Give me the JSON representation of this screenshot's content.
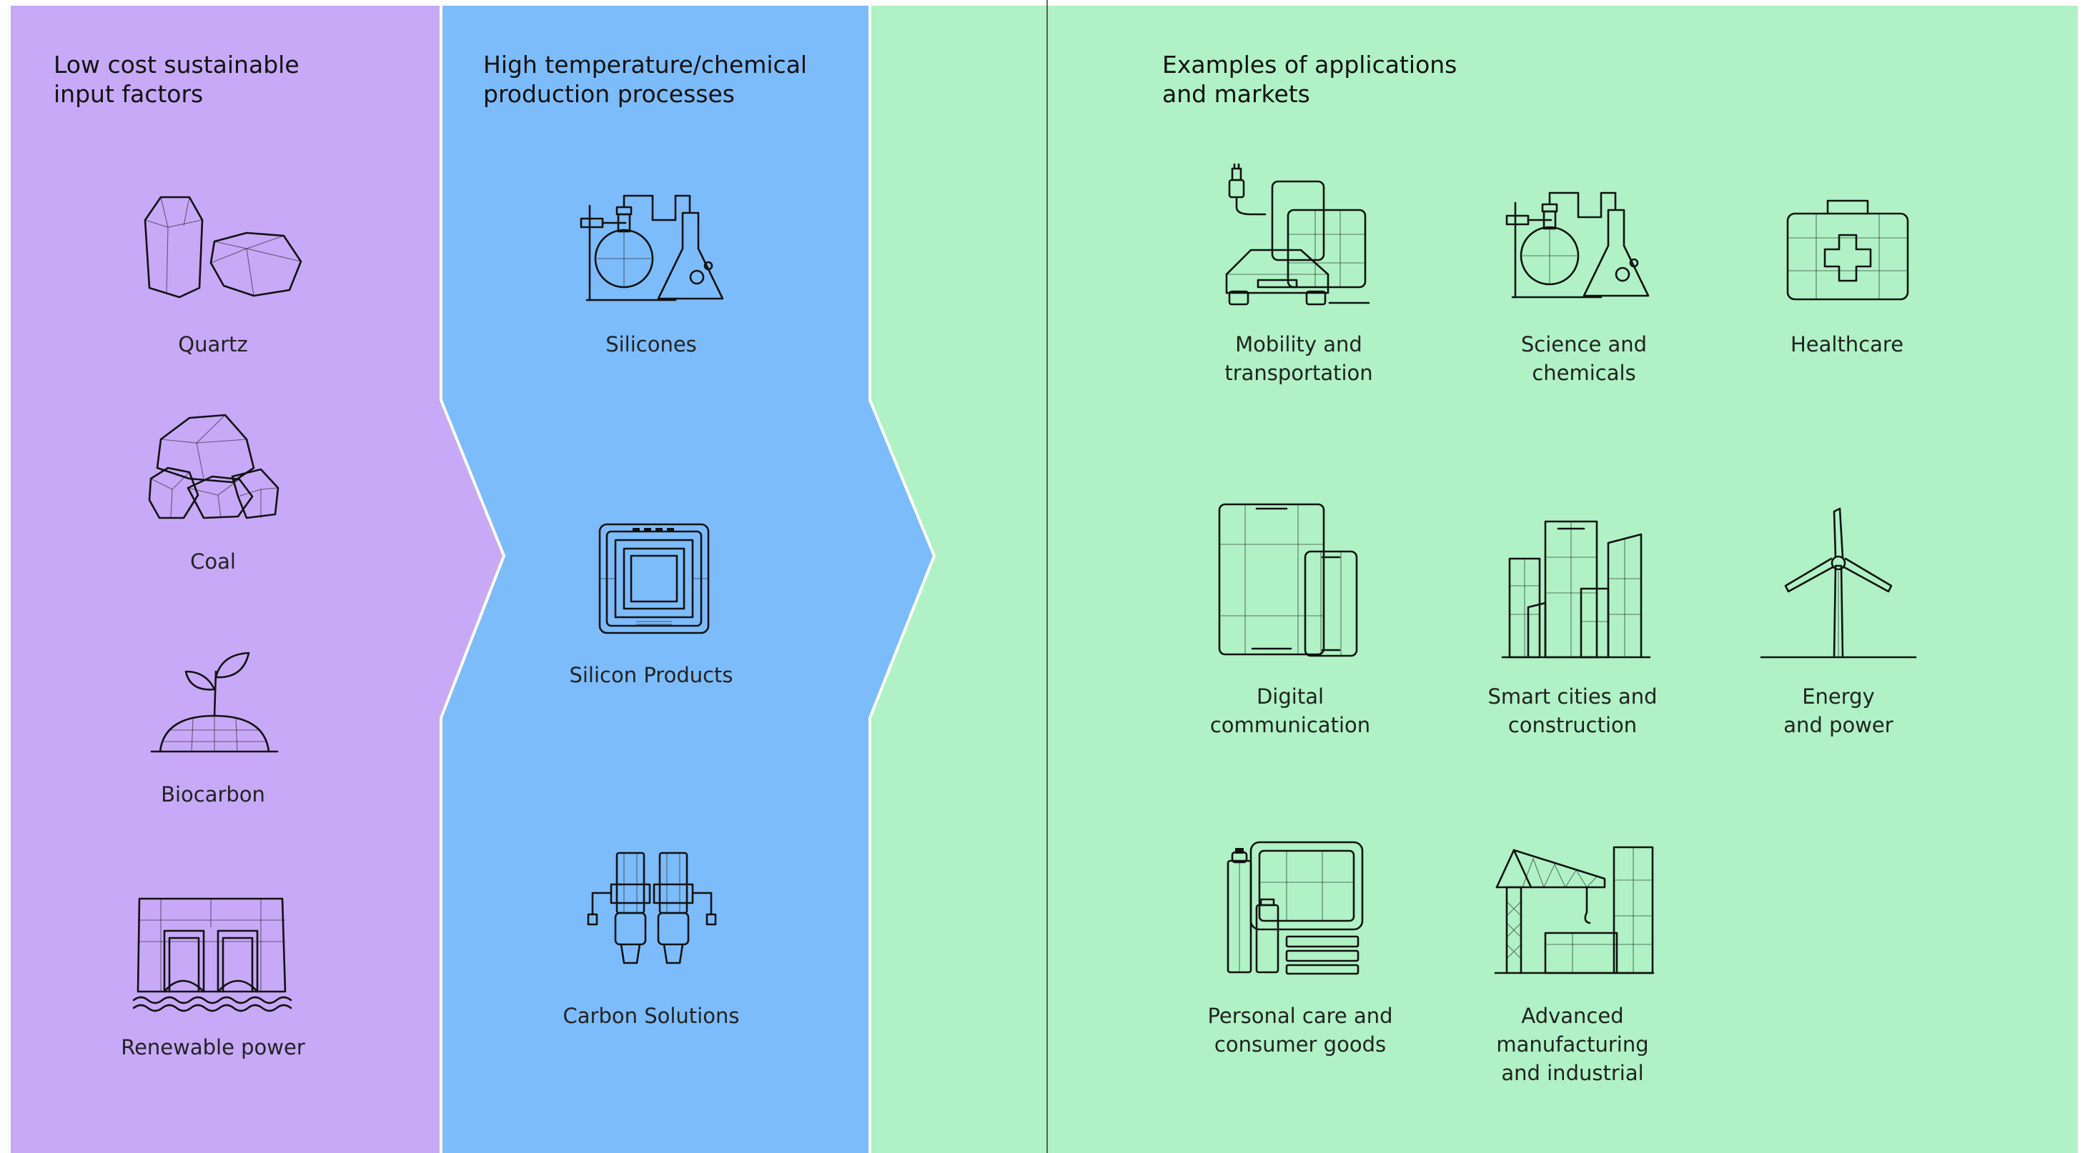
{
  "colors": {
    "input_panel": "#c8a9f7",
    "process_panel": "#7dbcfa",
    "market_panel": "#b0f2c5",
    "divider": "#ffffff",
    "line": "#222222"
  },
  "panels": {
    "inputs": {
      "title": "Low cost sustainable\ninput factors",
      "items": [
        {
          "label": "Quartz",
          "icon": "quartz-crystal-icon"
        },
        {
          "label": "Coal",
          "icon": "coal-lumps-icon"
        },
        {
          "label": "Biocarbon",
          "icon": "biocarbon-sprout-icon"
        },
        {
          "label": "Renewable power",
          "icon": "hydro-dam-icon"
        }
      ]
    },
    "processes": {
      "title": "High temperature/chemical\nproduction processes",
      "items": [
        {
          "label": "Silicones",
          "icon": "lab-flasks-icon"
        },
        {
          "label": "Silicon Products",
          "icon": "silicon-chip-icon"
        },
        {
          "label": "Carbon Solutions",
          "icon": "carbon-electrodes-icon"
        }
      ]
    },
    "markets": {
      "title": "Examples of applications\nand markets",
      "items": [
        {
          "label": "Mobility and\ntransportation",
          "icon": "car-charging-icon"
        },
        {
          "label": "Science and\nchemicals",
          "icon": "lab-flasks-icon"
        },
        {
          "label": "Healthcare",
          "icon": "first-aid-kit-icon"
        },
        {
          "label": "Digital\ncommunication",
          "icon": "tablet-phone-icon"
        },
        {
          "label": "Smart cities and\nconstruction",
          "icon": "city-buildings-icon"
        },
        {
          "label": "Energy\nand power",
          "icon": "wind-turbine-icon"
        },
        {
          "label": "Personal care and\nconsumer goods",
          "icon": "cosmetics-icon"
        },
        {
          "label": "Advanced\nmanufacturing\nand industrial",
          "icon": "crane-factory-icon"
        }
      ]
    }
  }
}
